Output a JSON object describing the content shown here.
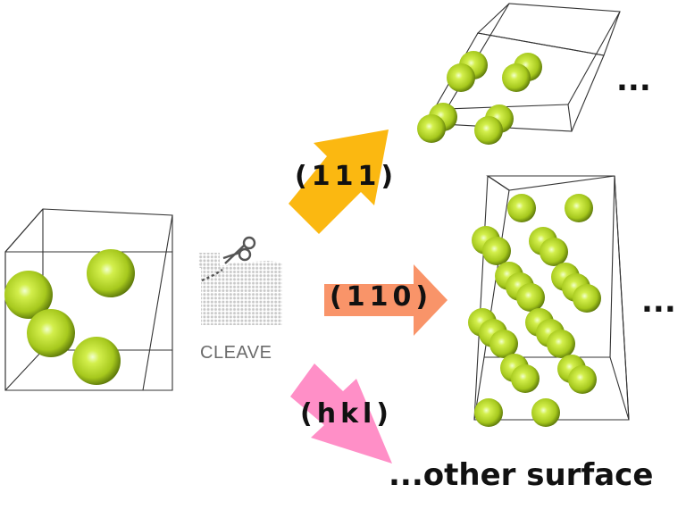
{
  "labels": {
    "miller_111": "(111)",
    "miller_110": "(110)",
    "miller_hkl": "(hkl)",
    "ellipsis_top": "...",
    "ellipsis_mid": "...",
    "other_surface": "...other surface",
    "cleave": "CLEAVE"
  },
  "colors": {
    "arrow_111": "#fbb811",
    "arrow_110": "#f99469",
    "arrow_hkl": "#ff8fc7",
    "atom": "#b9d82a",
    "atom_highlight": "#f2ffd0",
    "atom_shadow": "#557008",
    "cell_edge": "#333333",
    "cleave_icon": "#c9c9c9"
  },
  "icons": {
    "cleave": "scissors-cutting-slab-icon"
  }
}
